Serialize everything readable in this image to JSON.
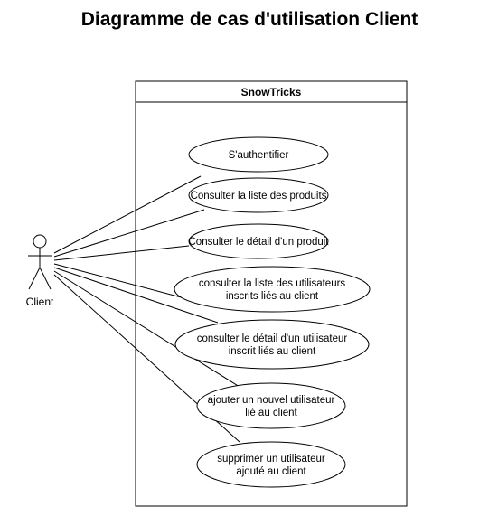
{
  "title": "Diagramme de cas d'utilisation Client",
  "system": {
    "name": "SnowTricks"
  },
  "actor": {
    "name": "Client"
  },
  "use_cases": [
    {
      "lines": [
        "S'authentifier"
      ]
    },
    {
      "lines": [
        "Consulter la liste des produits"
      ]
    },
    {
      "lines": [
        "Consulter le détail d'un produit"
      ]
    },
    {
      "lines": [
        "consulter la liste des utilisateurs",
        "inscrits liés au client"
      ]
    },
    {
      "lines": [
        "consulter le détail d'un utilisateur",
        "inscrit liés au client"
      ]
    },
    {
      "lines": [
        "ajouter un nouvel utilisateur",
        "lié au client"
      ]
    },
    {
      "lines": [
        "supprimer un utilisateur",
        "ajouté au client"
      ]
    }
  ]
}
